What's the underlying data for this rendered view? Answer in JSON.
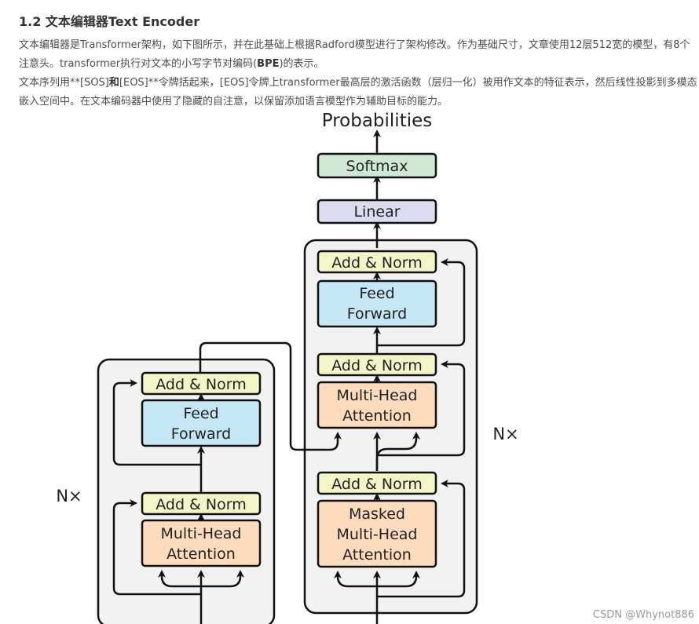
{
  "article": {
    "heading": "1.2 文本编辑器Text Encoder",
    "paragraph1": {
      "before_bold": "文本编辑器是Transformer架构，如下图所示，并在此基础上根据Radford模型进行了架构修改。作为基础尺寸，文章使用12层512宽的模型，有8个注意头。transformer执行对文本的小写字节对编码(",
      "bold": "BPE",
      "after_bold": ")的表示。"
    },
    "paragraph2": {
      "part1": "文本序列用**[SOS]",
      "bold": "和",
      "part2": "[EOS]**令牌括起来，[EOS]令牌上transformer最高层的激活函数（层归一化）被用作文本的特征表示，然后线性投影到多模态嵌入空间中。在文本编码器中使用了隐藏的自注意，以保留添加语言模型作为辅助目标的能力。"
    }
  },
  "diagram": {
    "output_label": "Probabilities",
    "softmax": "Softmax",
    "linear": "Linear",
    "add_norm": "Add & Norm",
    "feed_forward_line1": "Feed",
    "feed_forward_line2": "Forward",
    "multi_head_line1": "Multi-Head",
    "multi_head_line2": "Attention",
    "masked_line1": "Masked",
    "masked_line2": "Multi-Head",
    "masked_line3": "Attention",
    "encoder_nx": "N×",
    "decoder_nx": "N×",
    "colors": {
      "add_norm": "#f3f5c8",
      "feed_forward": "#c5e6f5",
      "attention": "#fcdcbd",
      "linear": "#dcdcf0",
      "softmax": "#cfe8d6",
      "block_bg": "#f2f2f2"
    }
  },
  "watermark": "CSDN @Whynot886"
}
